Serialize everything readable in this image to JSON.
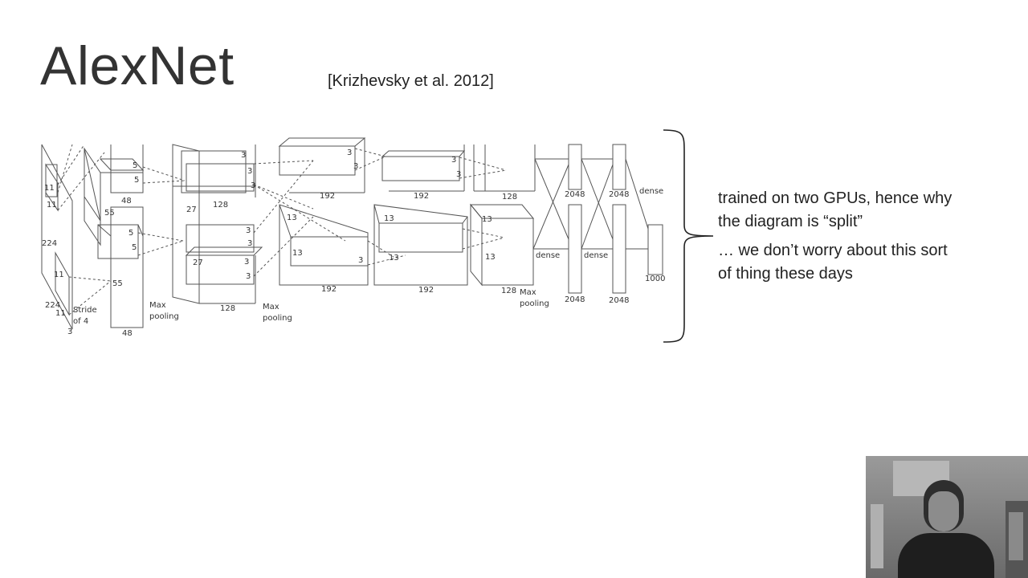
{
  "slide": {
    "title": "AlexNet",
    "citation": "[Krizhevsky et al. 2012]",
    "notes": [
      "trained on two GPUs, hence why the diagram is “split”",
      "… we don’t worry about this sort of thing these days"
    ]
  },
  "diagram": {
    "labels": {
      "input_size": "224",
      "input_size_bottom": "224",
      "input_depth": "3",
      "kernel_11_a": "11",
      "kernel_11_b": "11",
      "kernel_11_c": "11",
      "kernel_11_d": "11",
      "stride": "Stride",
      "stride_of": "of 4",
      "conv1_size_a": "55",
      "conv1_size_b": "55",
      "conv1_depth_top": "48",
      "conv1_depth_bottom": "48",
      "k5_a": "5",
      "k5_b": "5",
      "k5_c": "5",
      "k5_d": "5",
      "maxpool1_a": "Max",
      "maxpool1_b": "pooling",
      "conv2_size_a": "27",
      "conv2_size_b": "27",
      "conv2_depth_top": "128",
      "conv2_depth_bottom": "128",
      "k3_list": [
        "3",
        "3",
        "3",
        "3",
        "3",
        "3",
        "3",
        "3",
        "3",
        "3",
        "3",
        "3"
      ],
      "maxpool2_a": "Max",
      "maxpool2_b": "pooling",
      "conv3_size_a": "13",
      "conv3_size_b": "13",
      "conv3_depth_top": "192",
      "conv3_depth_bottom": "192",
      "conv4_size_a": "13",
      "conv4_size_b": "13",
      "conv4_depth_top": "192",
      "conv4_depth_bottom": "192",
      "conv5_size_a": "13",
      "conv5_size_b": "13",
      "conv5_depth_top": "128",
      "conv5_depth_bottom": "128",
      "maxpool3_a": "Max",
      "maxpool3_b": "pooling",
      "fc1_top": "2048",
      "fc1_bottom": "2048",
      "fc2_top": "2048",
      "fc2_bottom": "2048",
      "dense_a": "dense",
      "dense_b": "dense",
      "dense_c": "dense",
      "output": "1000"
    }
  },
  "colors": {
    "background": "#ffffff",
    "line": "#555555",
    "text": "#222222"
  }
}
